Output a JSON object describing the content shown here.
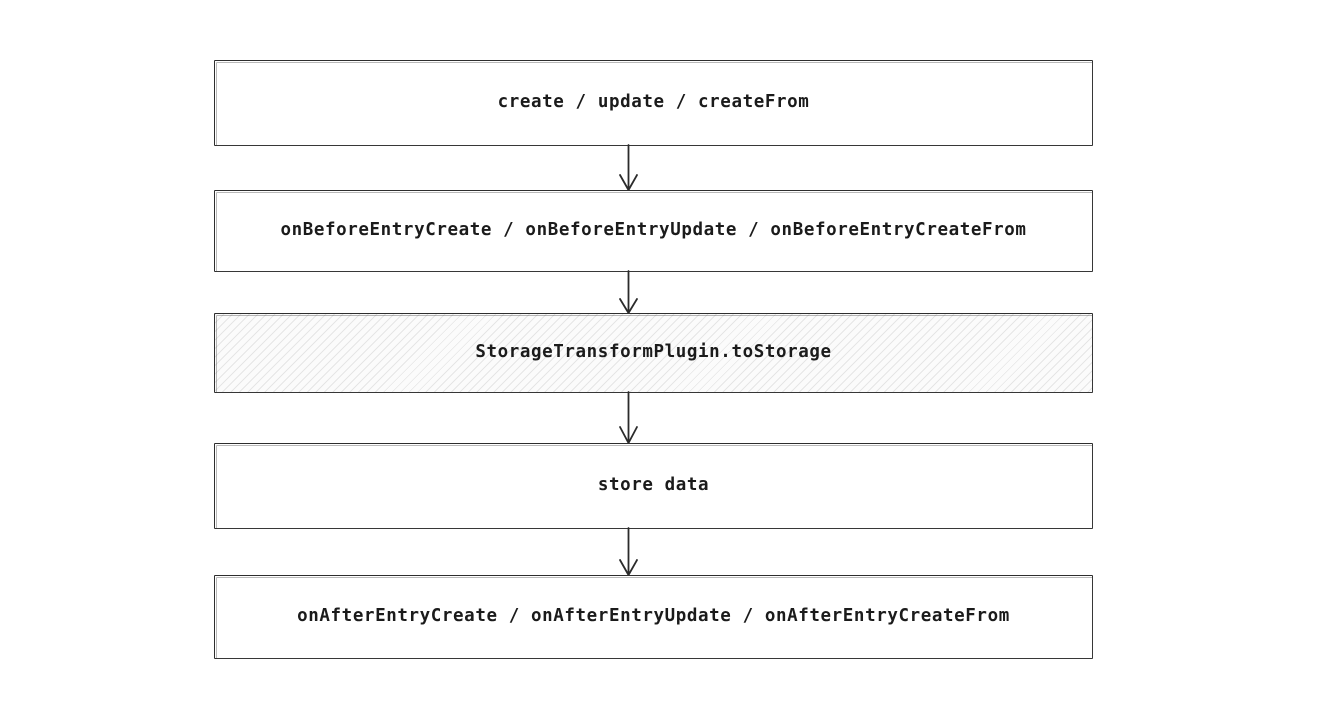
{
  "diagram": {
    "type": "flowchart",
    "orientation": "top-to-bottom",
    "background_color": "#ffffff",
    "node_border_color": "#2e2e2e",
    "node_fill_color": "#ffffff",
    "highlight_fill_color": "#fbfbfb",
    "text_color": "#1b1b1b",
    "nodes": [
      {
        "id": "node-0",
        "label": "create / update / createFrom",
        "style": "plain"
      },
      {
        "id": "node-1",
        "label": "onBeforeEntryCreate / onBeforeEntryUpdate / onBeforeEntryCreateFrom",
        "style": "plain"
      },
      {
        "id": "node-2",
        "label": "StorageTransformPlugin.toStorage",
        "style": "hatched"
      },
      {
        "id": "node-3",
        "label": "store data",
        "style": "plain"
      },
      {
        "id": "node-4",
        "label": "onAfterEntryCreate / onAfterEntryUpdate / onAfterEntryCreateFrom",
        "style": "plain"
      }
    ],
    "connectors": [
      {
        "id": "conn-0",
        "from": "node-0",
        "to": "node-1",
        "arrow": "down-arrow"
      },
      {
        "id": "conn-1",
        "from": "node-1",
        "to": "node-2",
        "arrow": "down-arrow"
      },
      {
        "id": "conn-2",
        "from": "node-2",
        "to": "node-3",
        "arrow": "down-arrow"
      },
      {
        "id": "conn-3",
        "from": "node-3",
        "to": "node-4",
        "arrow": "down-arrow"
      }
    ]
  }
}
